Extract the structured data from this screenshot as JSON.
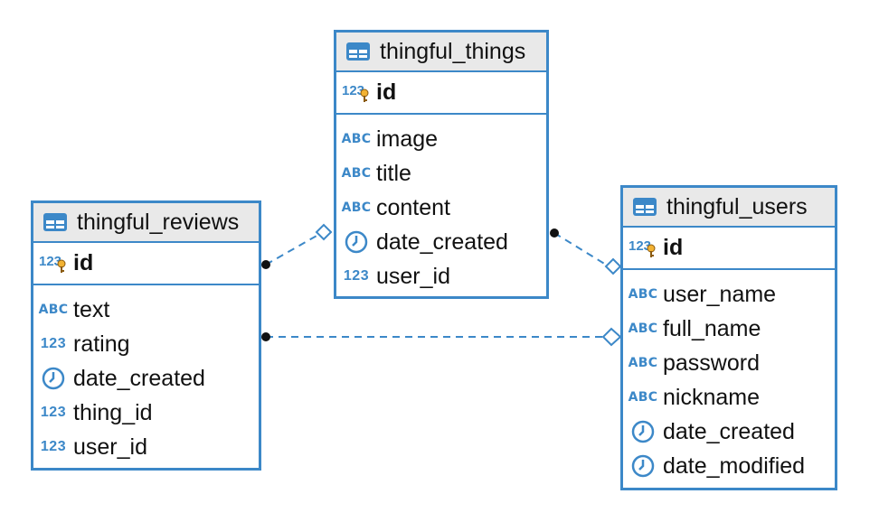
{
  "colors": {
    "accent": "#3c88c8",
    "header_bg": "#e9e9e9"
  },
  "tables": {
    "thingful_things": {
      "name": "thingful_things",
      "pk": {
        "name": "id",
        "type_label": "123"
      },
      "columns": [
        {
          "name": "image",
          "type": "text",
          "type_label": "ABC"
        },
        {
          "name": "title",
          "type": "text",
          "type_label": "ABC"
        },
        {
          "name": "content",
          "type": "text",
          "type_label": "ABC"
        },
        {
          "name": "date_created",
          "type": "datetime",
          "type_label": "clock-icon"
        },
        {
          "name": "user_id",
          "type": "number",
          "type_label": "123"
        }
      ]
    },
    "thingful_reviews": {
      "name": "thingful_reviews",
      "pk": {
        "name": "id",
        "type_label": "123"
      },
      "columns": [
        {
          "name": "text",
          "type": "text",
          "type_label": "ABC"
        },
        {
          "name": "rating",
          "type": "number",
          "type_label": "123"
        },
        {
          "name": "date_created",
          "type": "datetime",
          "type_label": "clock-icon"
        },
        {
          "name": "thing_id",
          "type": "number",
          "type_label": "123"
        },
        {
          "name": "user_id",
          "type": "number",
          "type_label": "123"
        }
      ]
    },
    "thingful_users": {
      "name": "thingful_users",
      "pk": {
        "name": "id",
        "type_label": "123"
      },
      "columns": [
        {
          "name": "user_name",
          "type": "text",
          "type_label": "ABC"
        },
        {
          "name": "full_name",
          "type": "text",
          "type_label": "ABC"
        },
        {
          "name": "password",
          "type": "text",
          "type_label": "ABC"
        },
        {
          "name": "nickname",
          "type": "text",
          "type_label": "ABC"
        },
        {
          "name": "date_created",
          "type": "datetime",
          "type_label": "clock-icon"
        },
        {
          "name": "date_modified",
          "type": "datetime",
          "type_label": "clock-icon"
        }
      ]
    }
  },
  "relationships": [
    {
      "from": "thingful_reviews",
      "to": "thingful_things"
    },
    {
      "from": "thingful_things",
      "to": "thingful_users"
    },
    {
      "from": "thingful_reviews",
      "to": "thingful_users"
    }
  ]
}
